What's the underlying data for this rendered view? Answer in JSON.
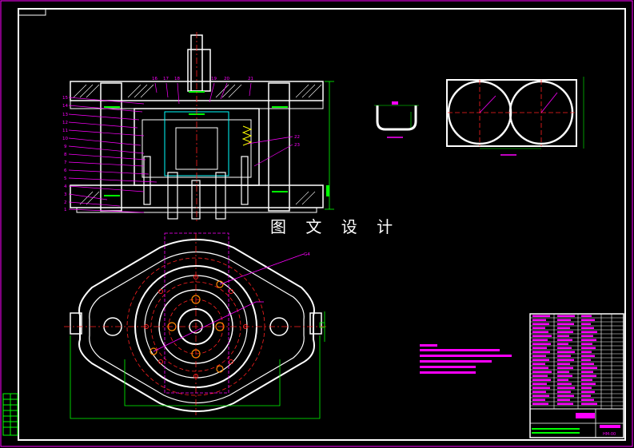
{
  "watermark": "图 文 设 计",
  "callouts_left": [
    "15",
    "14",
    "13",
    "12",
    "11",
    "10",
    "9",
    "8",
    "7",
    "6",
    "5",
    "4",
    "3",
    "2",
    "1"
  ],
  "callouts_top": [
    "16",
    "17",
    "18",
    "19",
    "20",
    "21"
  ],
  "callouts_right": [
    "22",
    "23"
  ],
  "callout_section_top": "G4",
  "drawing_number": "HM-00",
  "colors": {
    "background": "#000000",
    "border": "#ffffff",
    "magenta": "#ff00ff",
    "green": "#00ff00",
    "red": "#ff2020",
    "cyan": "#00ffff"
  }
}
